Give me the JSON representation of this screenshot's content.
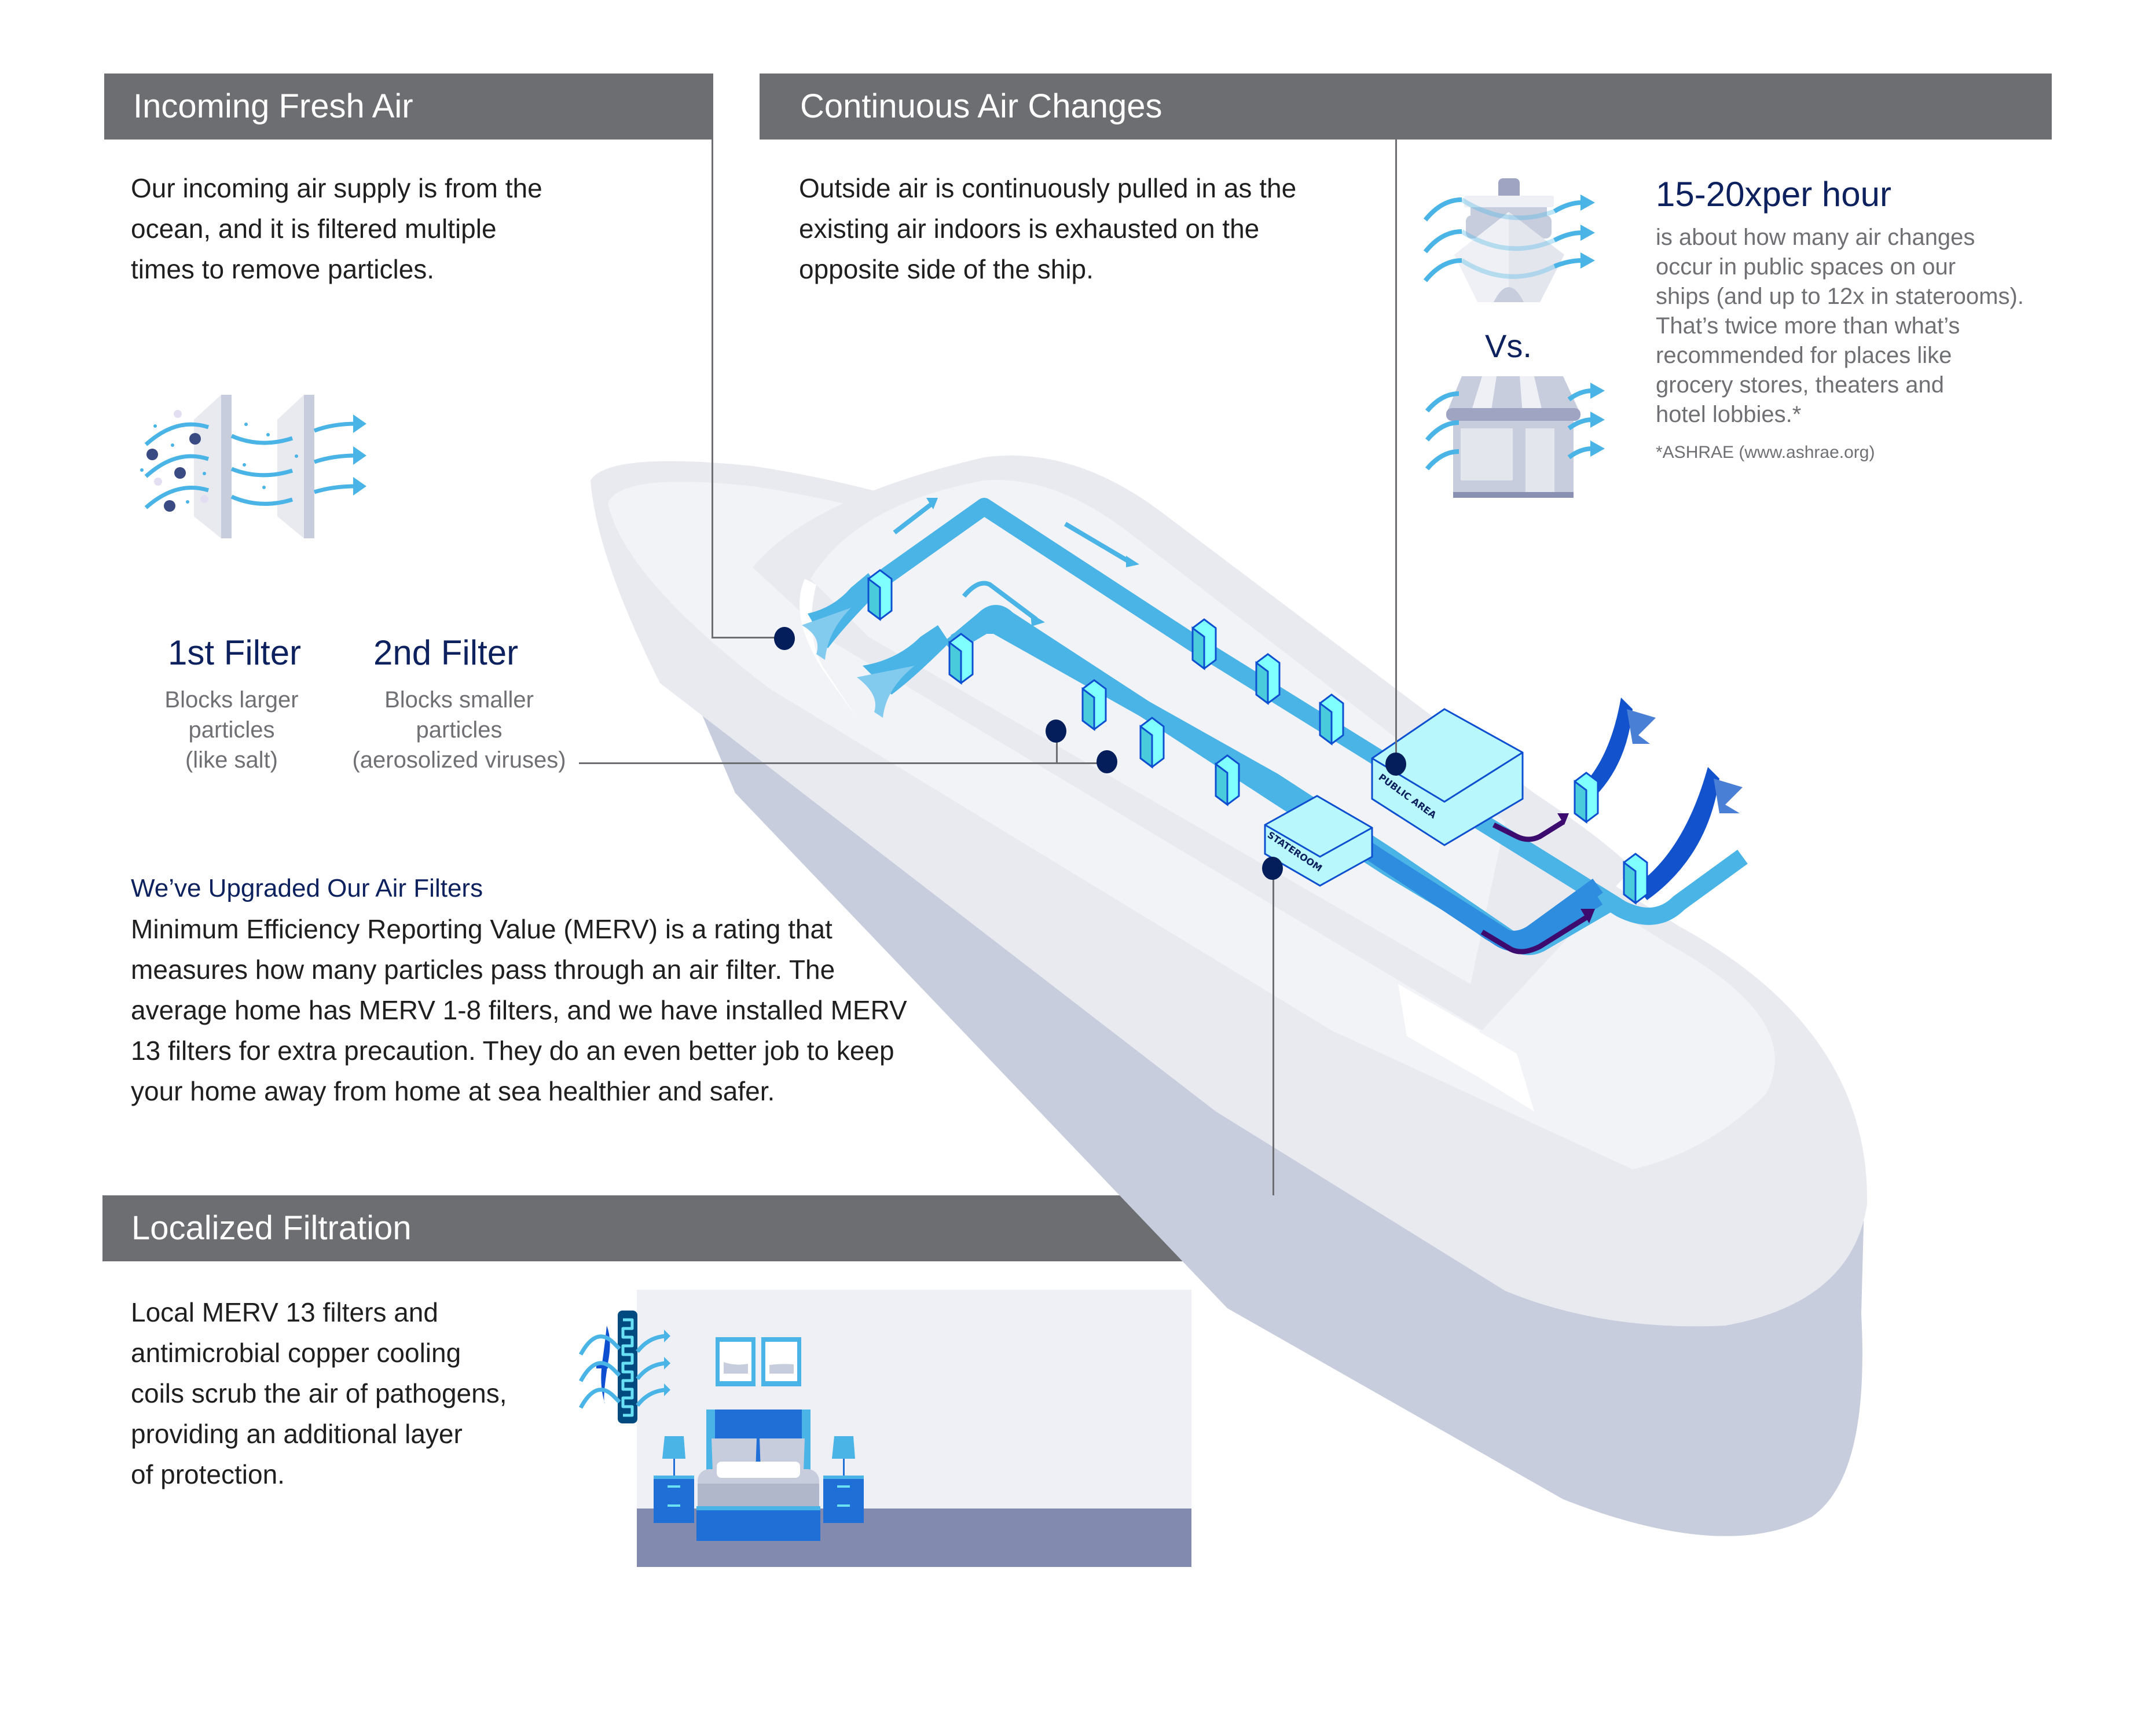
{
  "sections": {
    "incoming": {
      "title": "Incoming Fresh Air",
      "body": [
        "Our incoming air supply is from the",
        "ocean, and it is filtered multiple",
        "times to remove particles."
      ]
    },
    "continuous": {
      "title": "Continuous Air Changes",
      "body": [
        "Outside air is continuously pulled in as the",
        "existing air indoors is exhausted on the",
        "opposite side of the ship."
      ]
    },
    "localized": {
      "title": "Localized Filtration",
      "body": [
        "Local MERV 13 filters and",
        "antimicrobial copper cooling",
        "coils scrub the air of pathogens,",
        "providing an additional layer",
        "of protection."
      ]
    }
  },
  "filters": [
    {
      "label": "1st Filter",
      "desc": [
        "Blocks larger",
        "particles",
        "(like salt)"
      ]
    },
    {
      "label": "2nd Filter",
      "desc": [
        "Blocks smaller",
        "particles",
        "(aerosolized viruses)"
      ]
    }
  ],
  "upgrade": {
    "title": "We’ve Upgraded Our Air Filters",
    "body": [
      "Minimum Efficiency Reporting Value (MERV) is a rating that",
      "measures how many particles pass through an air filter. The",
      "average home has MERV 1-8 filters, and we have installed MERV",
      "13 filters for extra precaution. They do an even better job to keep",
      "your home away from home at sea healthier and safer."
    ]
  },
  "comparison": {
    "stat": "15-20x",
    "stat_unit": "per hour",
    "vs_label": "Vs.",
    "body": [
      "is about how many air changes",
      "occur in public spaces on our",
      "ships (and up to 12x in staterooms).",
      "That’s twice more than what’s",
      "recommended for places like",
      "grocery stores, theaters and",
      "hotel lobbies.*"
    ],
    "footnote": "*ASHRAE (www.ashrae.org)",
    "icons": [
      "cruise-ship-front-icon",
      "storefront-icon"
    ]
  },
  "diagram": {
    "labels": {
      "public_area": "PUBLIC AREA",
      "stateroom": "STATEROOM"
    }
  },
  "colors": {
    "header_bg": "#6d6e72",
    "navy": "#0c215e",
    "duct_blue": "#4ab4e6",
    "filter_cyan": "#80ffff",
    "exhaust_blue": "#1c6fd6",
    "flow_arrow_purple": "#3d0a6e",
    "ship_hull": "#c7cddd",
    "ship_deck": "#e9eaf0"
  }
}
